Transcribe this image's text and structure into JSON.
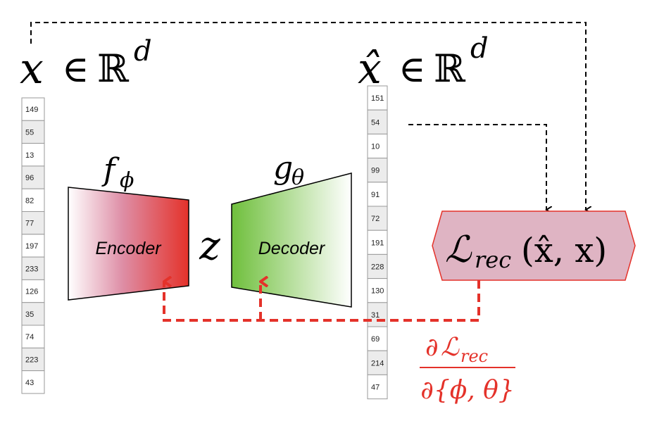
{
  "input": {
    "label_var": "x",
    "label_in": "∈",
    "label_set": "ℝ",
    "label_exp": "d",
    "values": [
      "149",
      "55",
      "13",
      "96",
      "82",
      "77",
      "197",
      "233",
      "126",
      "35",
      "74",
      "223",
      "43"
    ]
  },
  "output": {
    "label_var": "x̂",
    "label_in": "∈",
    "label_set": "ℝ",
    "label_exp": "d",
    "values": [
      "151",
      "54",
      "10",
      "99",
      "91",
      "72",
      "191",
      "228",
      "130",
      "31",
      "69",
      "214",
      "47"
    ]
  },
  "encoder": {
    "symbol": "f",
    "subscript": "ϕ",
    "label": "Encoder",
    "color_start": "#ffffff",
    "color_mid": "#de8ea6",
    "color_end": "#e4322a"
  },
  "latent": {
    "symbol": "z"
  },
  "decoder": {
    "symbol": "g",
    "subscript": "θ",
    "label": "Decoder",
    "color_start": "#6fbf3c",
    "color_end": "#ffffff"
  },
  "loss": {
    "script_L": "ℒ",
    "subscript": "rec",
    "args": "(x̂, x)",
    "fill": "#dfb4c3",
    "stroke": "#e4322a"
  },
  "gradient": {
    "numerator_d": "∂",
    "numerator_L": "ℒ",
    "numerator_sub": "rec",
    "denominator": "∂{ϕ, θ}",
    "color": "#e4322a"
  }
}
